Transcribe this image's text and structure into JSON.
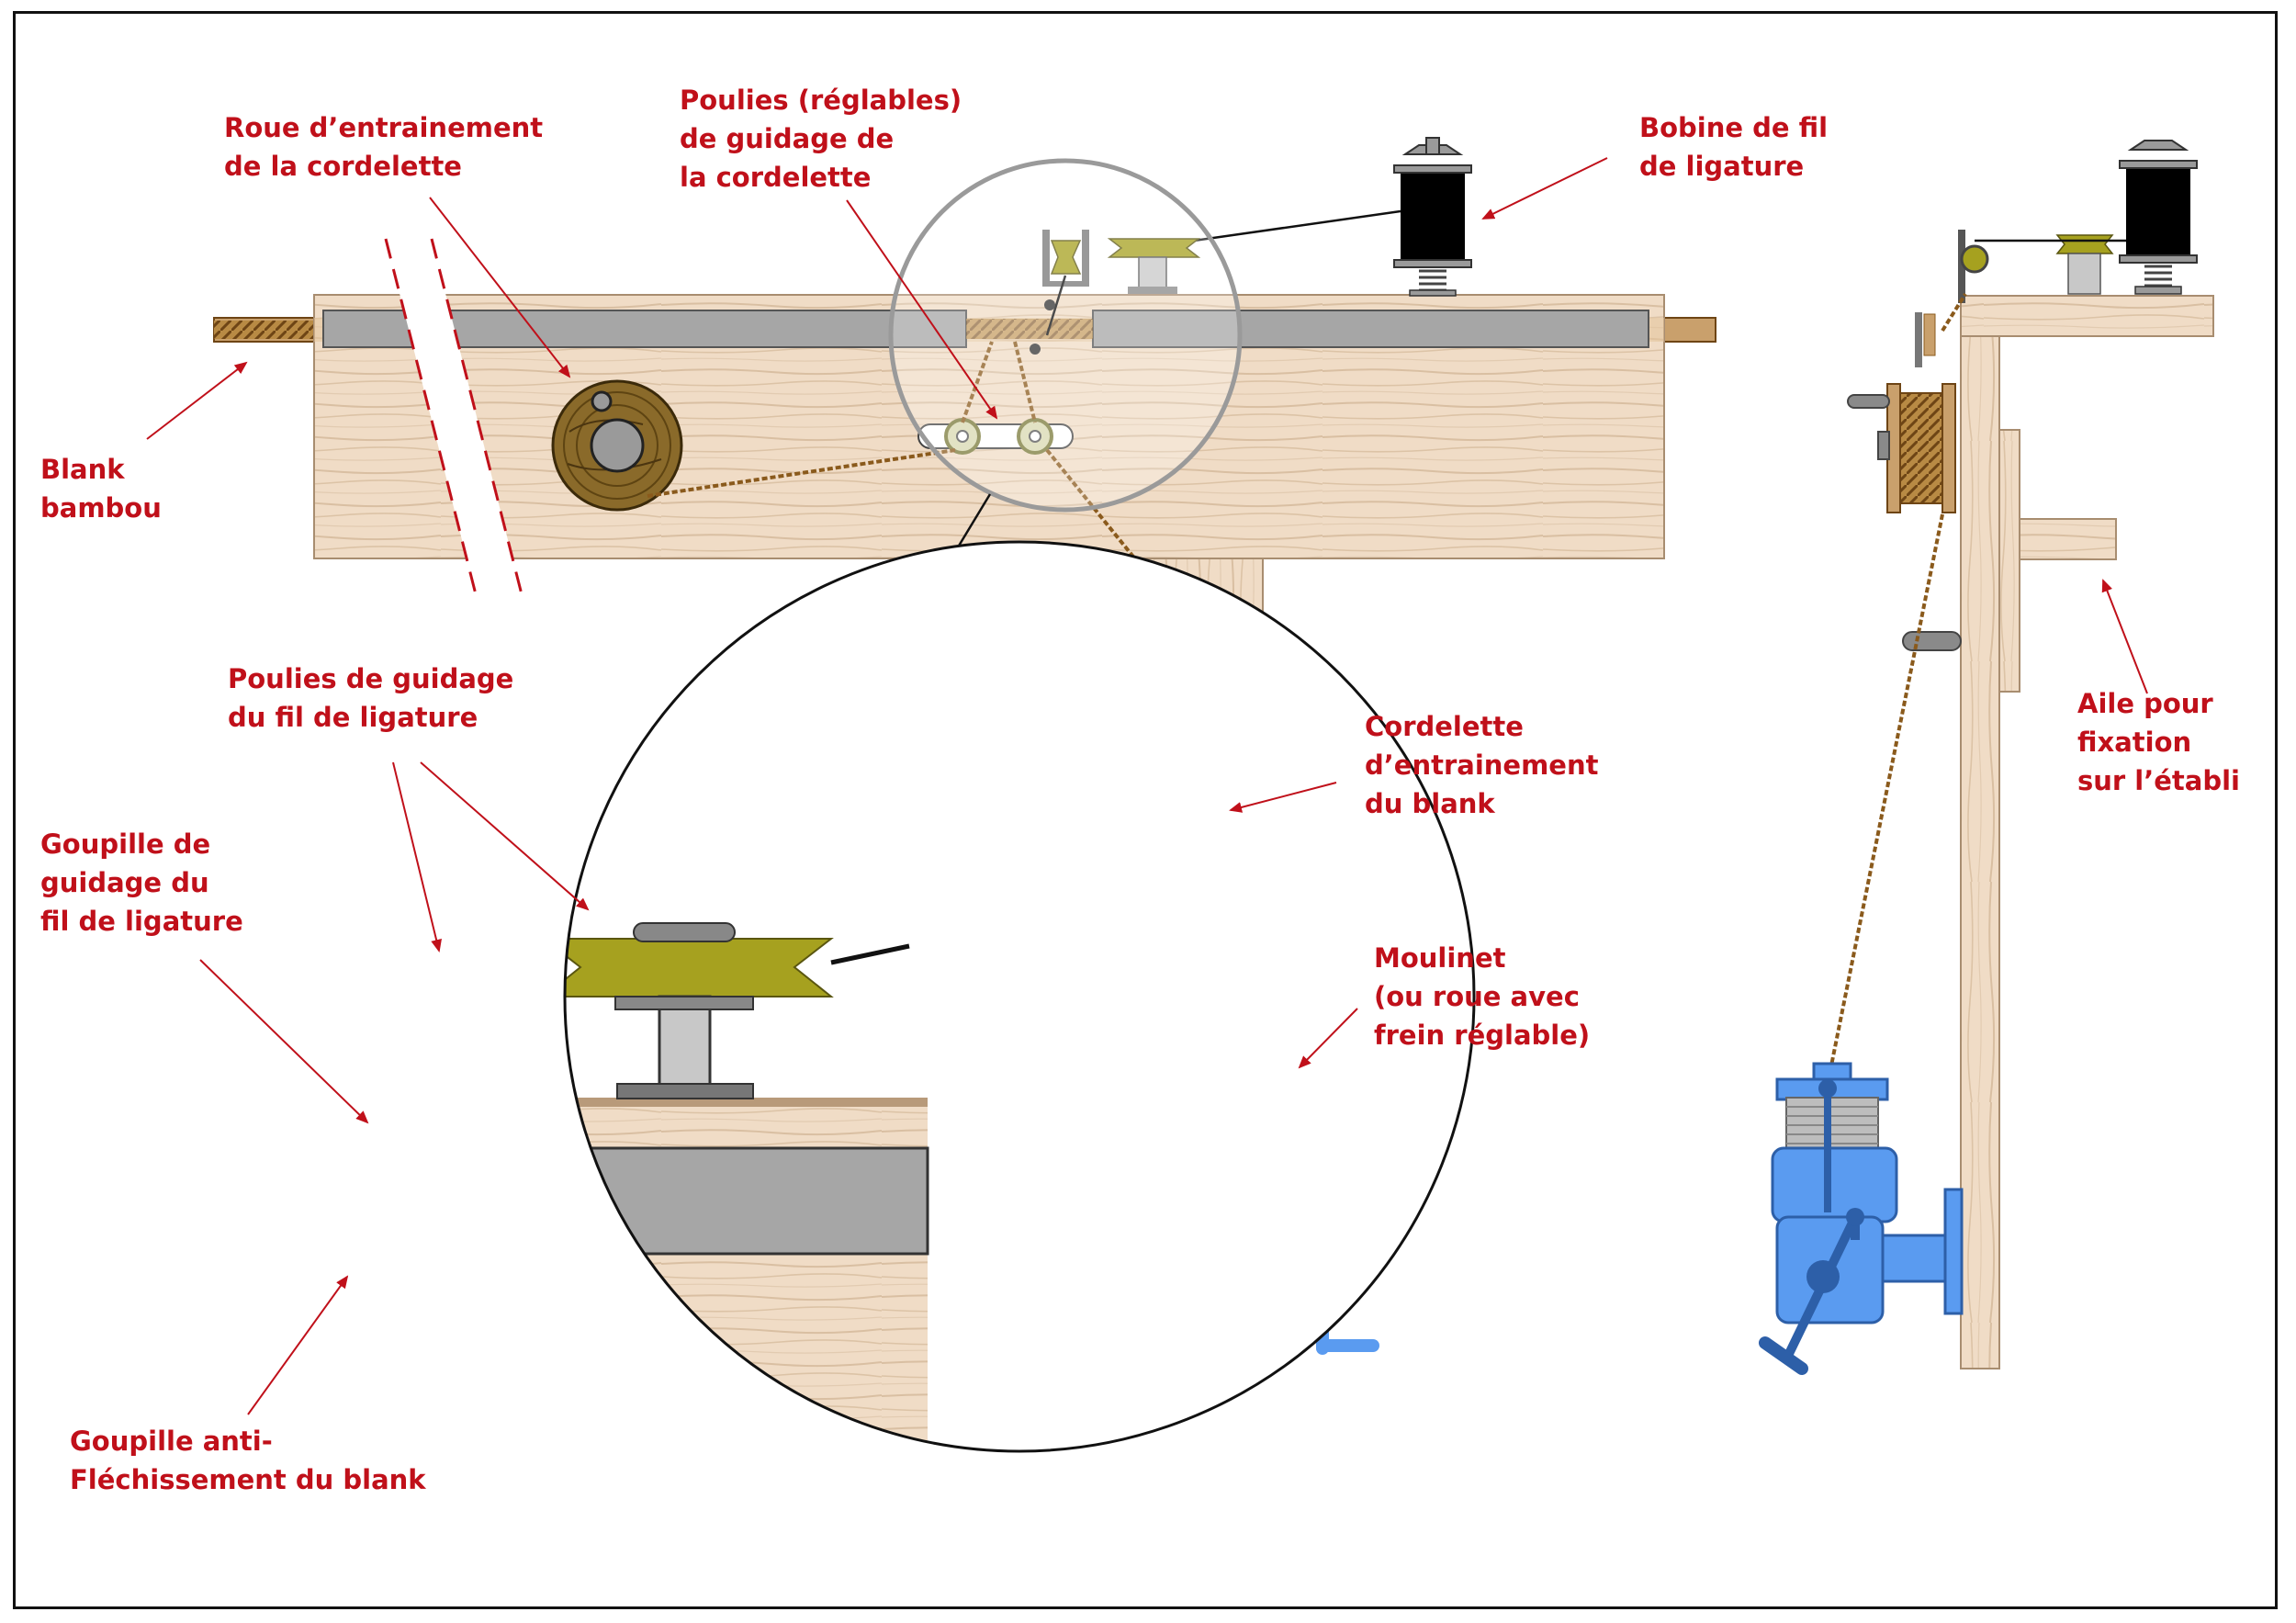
{
  "labels": {
    "roue_entrainement": "Roue d’entrainement\nde la cordelette",
    "poulies_reglables": "Poulies (réglables)\nde guidage de\nla cordelette",
    "bobine_fil": "Bobine de fil\nde ligature",
    "blank_bambou": "Blank\nbambou",
    "poulies_fil_ligature": "Poulies de guidage\ndu fil de ligature",
    "goupille_guidage": "Goupille de\nguidage du\nfil de ligature",
    "goupille_anti": "Goupille anti-\nFléchissement du blank",
    "cordelette_blank": "Cordelette\nd’entrainement\ndu blank",
    "moulinet": "Moulinet\n(ou roue avec\nfrein réglable)",
    "aile_fixation": "Aile pour\nfixation\nsur l’établi"
  },
  "colors": {
    "label_red": "#c0101a",
    "wood": "#f0dcc6",
    "wood_grain": "#d9bfa2",
    "rail_grey": "#a6a6a6",
    "reel_blue": "#5a9bf0",
    "pulley_olive": "#a6a11f",
    "cord_brown": "#8a5a1c",
    "spool_black": "#000000"
  }
}
